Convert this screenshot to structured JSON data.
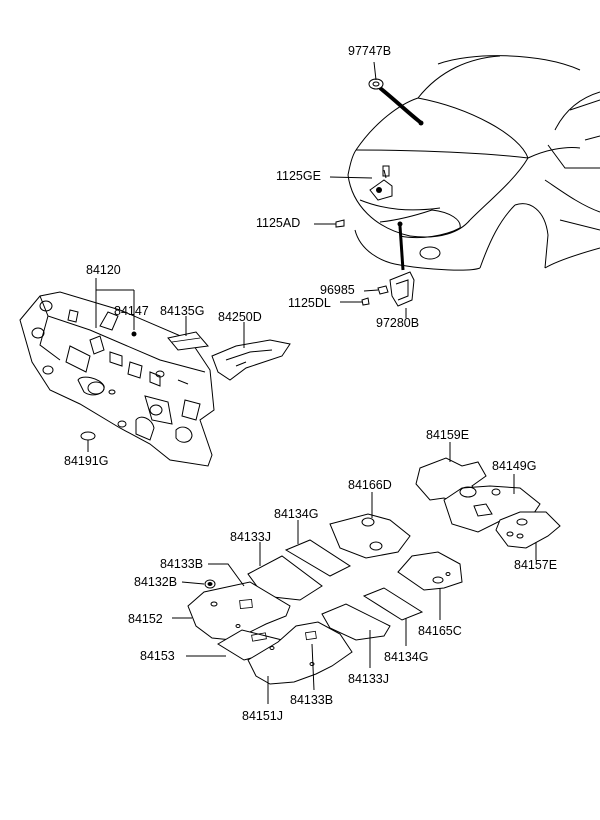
{
  "labels": {
    "p97747B": "97747B",
    "p1125GE": "1125GE",
    "p1125AD": "1125AD",
    "p96985": "96985",
    "p1125DL": "1125DL",
    "p97280B": "97280B",
    "p84120": "84120",
    "p84147": "84147",
    "p84135G": "84135G",
    "p84250D": "84250D",
    "p84191G": "84191G",
    "p84159E": "84159E",
    "p84149G": "84149G",
    "p84157E": "84157E",
    "p84166D": "84166D",
    "p84134G_top": "84134G",
    "p84133J_top": "84133J",
    "p84133B_top": "84133B",
    "p84132B": "84132B",
    "p84152": "84152",
    "p84153": "84153",
    "p84151J": "84151J",
    "p84133B_bot": "84133B",
    "p84133J_bot": "84133J",
    "p84134G_bot": "84134G",
    "p84165C": "84165C"
  }
}
